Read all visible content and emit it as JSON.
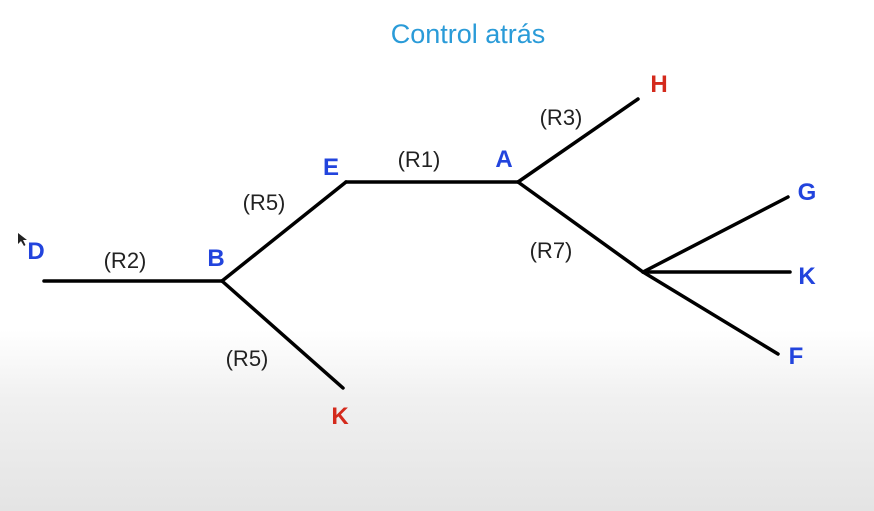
{
  "title": "Control atrás",
  "colors": {
    "title": "#2a9bd8",
    "node_blue": "#2244dd",
    "node_red": "#d42a1c"
  },
  "nodes": {
    "d": {
      "label": "D",
      "color": "blue"
    },
    "b": {
      "label": "B",
      "color": "blue"
    },
    "e": {
      "label": "E",
      "color": "blue"
    },
    "a": {
      "label": "A",
      "color": "blue"
    },
    "h": {
      "label": "H",
      "color": "red"
    },
    "k_left": {
      "label": "K",
      "color": "red"
    },
    "g": {
      "label": "G",
      "color": "blue"
    },
    "k_right": {
      "label": "K",
      "color": "blue"
    },
    "f": {
      "label": "F",
      "color": "blue"
    }
  },
  "edges": {
    "d_b": {
      "from": "D",
      "to": "B",
      "rule": "(R2)"
    },
    "b_e": {
      "from": "B",
      "to": "E",
      "rule": "(R5)"
    },
    "b_k": {
      "from": "B",
      "to": "K",
      "rule": "(R5)"
    },
    "e_a": {
      "from": "E",
      "to": "A",
      "rule": "(R1)"
    },
    "a_h": {
      "from": "A",
      "to": "H",
      "rule": "(R3)"
    },
    "a_fork": {
      "from": "A",
      "to": "G, K, F",
      "rule": "(R7)"
    }
  }
}
